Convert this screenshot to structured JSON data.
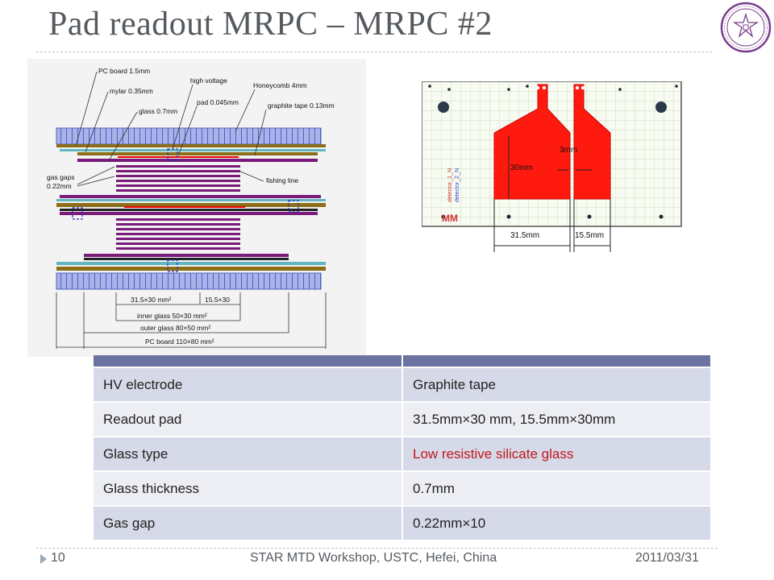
{
  "slide": {
    "title": "Pad readout MRPC – MRPC #2",
    "page_number": "10",
    "footer_center": "STAR MTD Workshop, USTC, Hefei, China",
    "date": "2011/03/31"
  },
  "left_diagram": {
    "labels": {
      "pc_board": "PC board 1.5mm",
      "mylar": "mylar 0.35mm",
      "glass": "glass 0.7mm",
      "high_voltage": "high voltage",
      "pad": "pad 0.045mm",
      "honeycomb": "Honeycomb 4mm",
      "graphite": "graphite tape 0.13mm",
      "gas_gaps_1": "gas gaps",
      "gas_gaps_2": "0.22mm",
      "fishing_line": "fishing line"
    },
    "dims": {
      "pad_a": "31.5×30 mm²",
      "pad_b": "15.5×30",
      "inner_glass": "inner glass 50×30 mm²",
      "outer_glass": "outer glass 80×50 mm²",
      "pc_board_dim": "PC board 110×80 mm²"
    }
  },
  "right_diagram": {
    "dim_30": "30mm",
    "dim_3": "3mm",
    "dim_315": "31.5mm",
    "dim_155": "15.5mm",
    "detector_1": "detector_1_N",
    "detector_2": "detector_2_N",
    "mark": "MM"
  },
  "table": {
    "rows": [
      {
        "k": "HV electrode",
        "v": "Graphite tape"
      },
      {
        "k": "Readout pad",
        "v": "31.5mm×30 mm, 15.5mm×30mm"
      },
      {
        "k": "Glass type",
        "v": "Low resistive silicate glass"
      },
      {
        "k": "Glass thickness",
        "v": "0.7mm"
      },
      {
        "k": "Gas gap",
        "v": "0.22mm×10"
      }
    ]
  },
  "colors": {
    "header": "#6b73a0",
    "row_odd": "#d6d9e7",
    "row_even": "#eceef4",
    "pad_red": "#ff1a10",
    "glass_purple": "#7a1a7a",
    "honeycomb_blue": "#a8b0e8",
    "highlight_red": "#c0171d"
  }
}
